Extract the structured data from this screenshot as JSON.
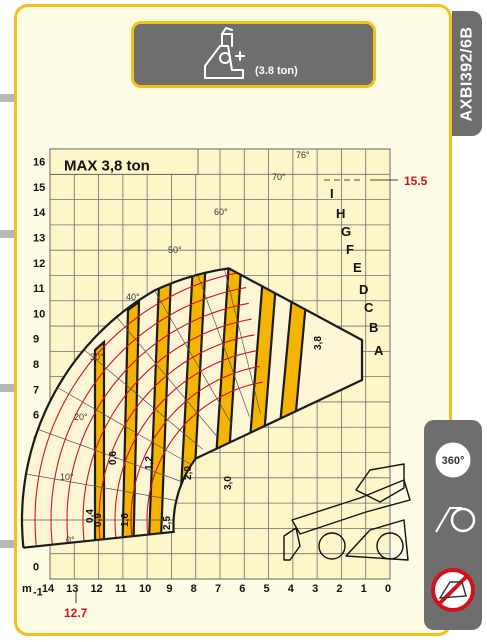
{
  "header": {
    "capacity": "(3.8 ton)",
    "icon": "telehandler-icon"
  },
  "model": "AXBI392/6B",
  "chart": {
    "max_label": "MAX 3,8 ton",
    "max_height_label": "15.5",
    "max_reach_label": "12.7",
    "x_unit": "m",
    "x_ticks": [
      "14",
      "13",
      "12",
      "11",
      "10",
      "9",
      "8",
      "7",
      "6",
      "5",
      "4",
      "3",
      "2",
      "1",
      "0"
    ],
    "y_ticks": [
      "16",
      "15",
      "14",
      "13",
      "12",
      "11",
      "10",
      "9",
      "8",
      "7",
      "6",
      "5",
      "4",
      "3",
      "2",
      "1",
      "0",
      "-1"
    ],
    "angles": [
      "0°",
      "10°",
      "20°",
      "30°",
      "40°",
      "50°",
      "60°",
      "70°",
      "76°"
    ],
    "extension_letters": [
      "I",
      "H",
      "G",
      "F",
      "E",
      "D",
      "C",
      "B",
      "A"
    ],
    "load_labels": [
      "0,4",
      "0,6",
      "0,9",
      "1,2",
      "1,6",
      "2,0",
      "2,5",
      "3,0",
      "3,8"
    ]
  },
  "side_icons": [
    "rotation-360-icon",
    "tyre-icon",
    "no-stabilizer-icon"
  ],
  "rotation_label": "360°",
  "colors": {
    "accent": "#f3c21a",
    "band": "#f4b400",
    "grid": "#6e6e6e",
    "red": "#d4111a"
  }
}
